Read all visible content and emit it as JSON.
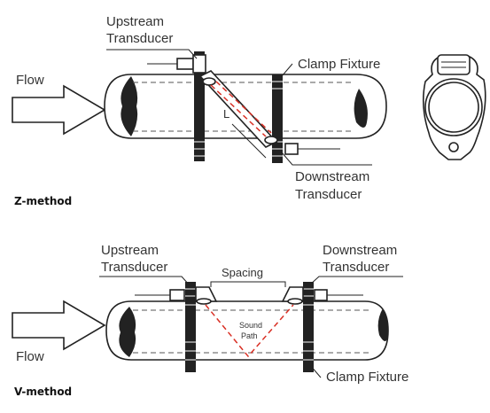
{
  "colors": {
    "line": "#222222",
    "text": "#333333",
    "signal_path": "#d93025"
  },
  "z_method": {
    "label": "Z-method",
    "flow_label": "Flow",
    "upstream_label_line1": "Upstream",
    "upstream_label_line2": "Transducer",
    "clamp_label": "Clamp Fixture",
    "downstream_label_line1": "Downstream",
    "downstream_label_line2": "Transducer",
    "angle_label": "L"
  },
  "v_method": {
    "label": "V-method",
    "flow_label": "Flow",
    "upstream_label_line1": "Upstream",
    "upstream_label_line2": "Transducer",
    "downstream_label_line1": "Downstream",
    "downstream_label_line2": "Transducer",
    "spacing_label": "Spacing",
    "sound_path_line1": "Sound",
    "sound_path_line2": "Path",
    "clamp_label": "Clamp Fixture"
  }
}
